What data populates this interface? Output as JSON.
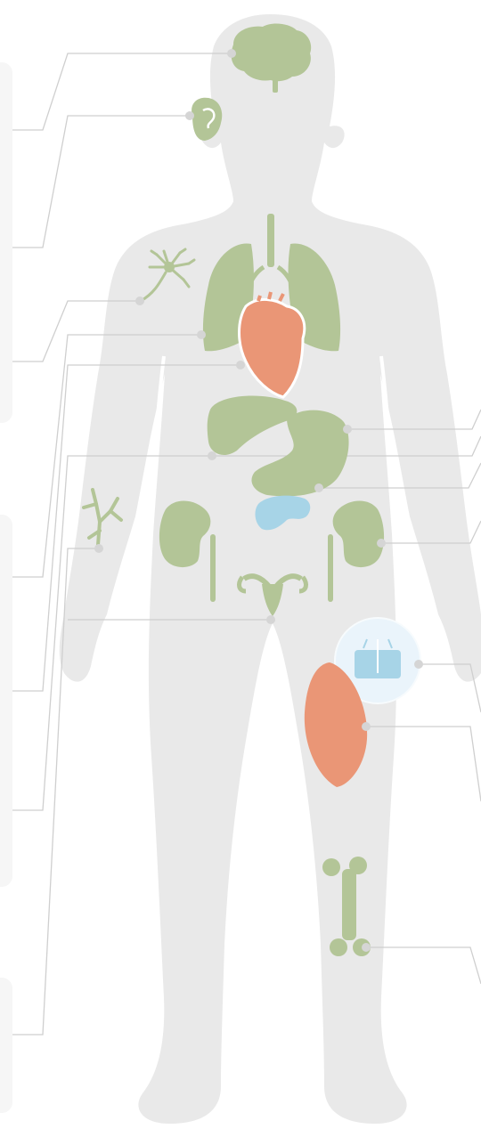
{
  "diagram": {
    "kind": "human body organ map",
    "colors": {
      "background": "#ffffff",
      "body_silhouette": "#e9e9e9",
      "organ_green": "#b3c597",
      "organ_orange": "#ea9676",
      "organ_blue": "#a7d4e7",
      "leader_line": "#cfcfcf",
      "connector_dot": "#d5d5d5",
      "side_panel": "#f6f6f6"
    },
    "organs": [
      {
        "name": "brain",
        "icon": "brain-icon",
        "color": "green",
        "side": "left"
      },
      {
        "name": "ear",
        "icon": "ear-icon",
        "color": "green",
        "side": "left"
      },
      {
        "name": "neuron",
        "icon": "neuron-icon",
        "color": "green",
        "side": "left"
      },
      {
        "name": "lungs",
        "icon": "lungs-icon",
        "color": "green",
        "side": "left"
      },
      {
        "name": "heart",
        "icon": "heart-icon",
        "color": "orange",
        "side": "left"
      },
      {
        "name": "liver",
        "icon": "liver-icon",
        "color": "green",
        "side": "left"
      },
      {
        "name": "blood-vessels",
        "icon": "blood-vessel-icon",
        "color": "green",
        "side": "left"
      },
      {
        "name": "uterus",
        "icon": "uterus-icon",
        "color": "green",
        "side": "left"
      },
      {
        "name": "stomach",
        "icon": "stomach-icon",
        "color": "green",
        "side": "right"
      },
      {
        "name": "pancreas",
        "icon": "pancreas-icon",
        "color": "blue",
        "side": "right"
      },
      {
        "name": "kidneys",
        "icon": "kidney-icon",
        "color": "green",
        "side": "right"
      },
      {
        "name": "skin",
        "icon": "skin-icon",
        "color": "blue",
        "side": "right"
      },
      {
        "name": "muscle",
        "icon": "muscle-icon",
        "color": "orange",
        "side": "right"
      },
      {
        "name": "bone",
        "icon": "bone-icon",
        "color": "green",
        "side": "right"
      }
    ]
  }
}
